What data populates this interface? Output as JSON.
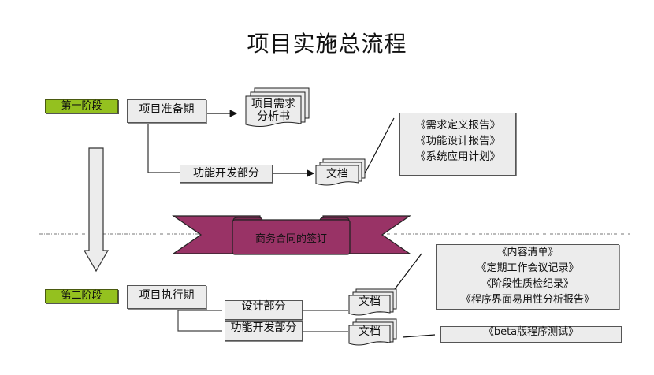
{
  "title": "项目实施总流程",
  "divider_label": "商务合同的签订",
  "colors": {
    "stage_fill": "#94c11f",
    "ribbon_fill": "#993366",
    "box_fill": "#ececec",
    "border": "#555555"
  },
  "phase1": {
    "stage_label": "第一阶段",
    "period_label": "项目准备期",
    "output_doc": "项目需求分析书",
    "output_doc_line1": "项目需求",
    "output_doc_line2": "分析书",
    "dev_part_label": "功能开发部分",
    "dev_doc": "文档",
    "dev_deliverables": [
      "《需求定义报告》",
      "《功能设计报告》",
      "《系统应用计划》"
    ]
  },
  "phase2": {
    "stage_label": "第二阶段",
    "period_label": "项目执行期",
    "design_part_label": "设计部分",
    "design_doc": "文档",
    "dev_part_label": "功能开发部分",
    "dev_doc": "文档",
    "design_deliverables": [
      "《内容清单》",
      "《定期工作会议记录》",
      "《阶段性质检纪录》",
      "《程序界面易用性分析报告》"
    ],
    "dev_deliverables": [
      "《beta版程序测试》"
    ]
  }
}
